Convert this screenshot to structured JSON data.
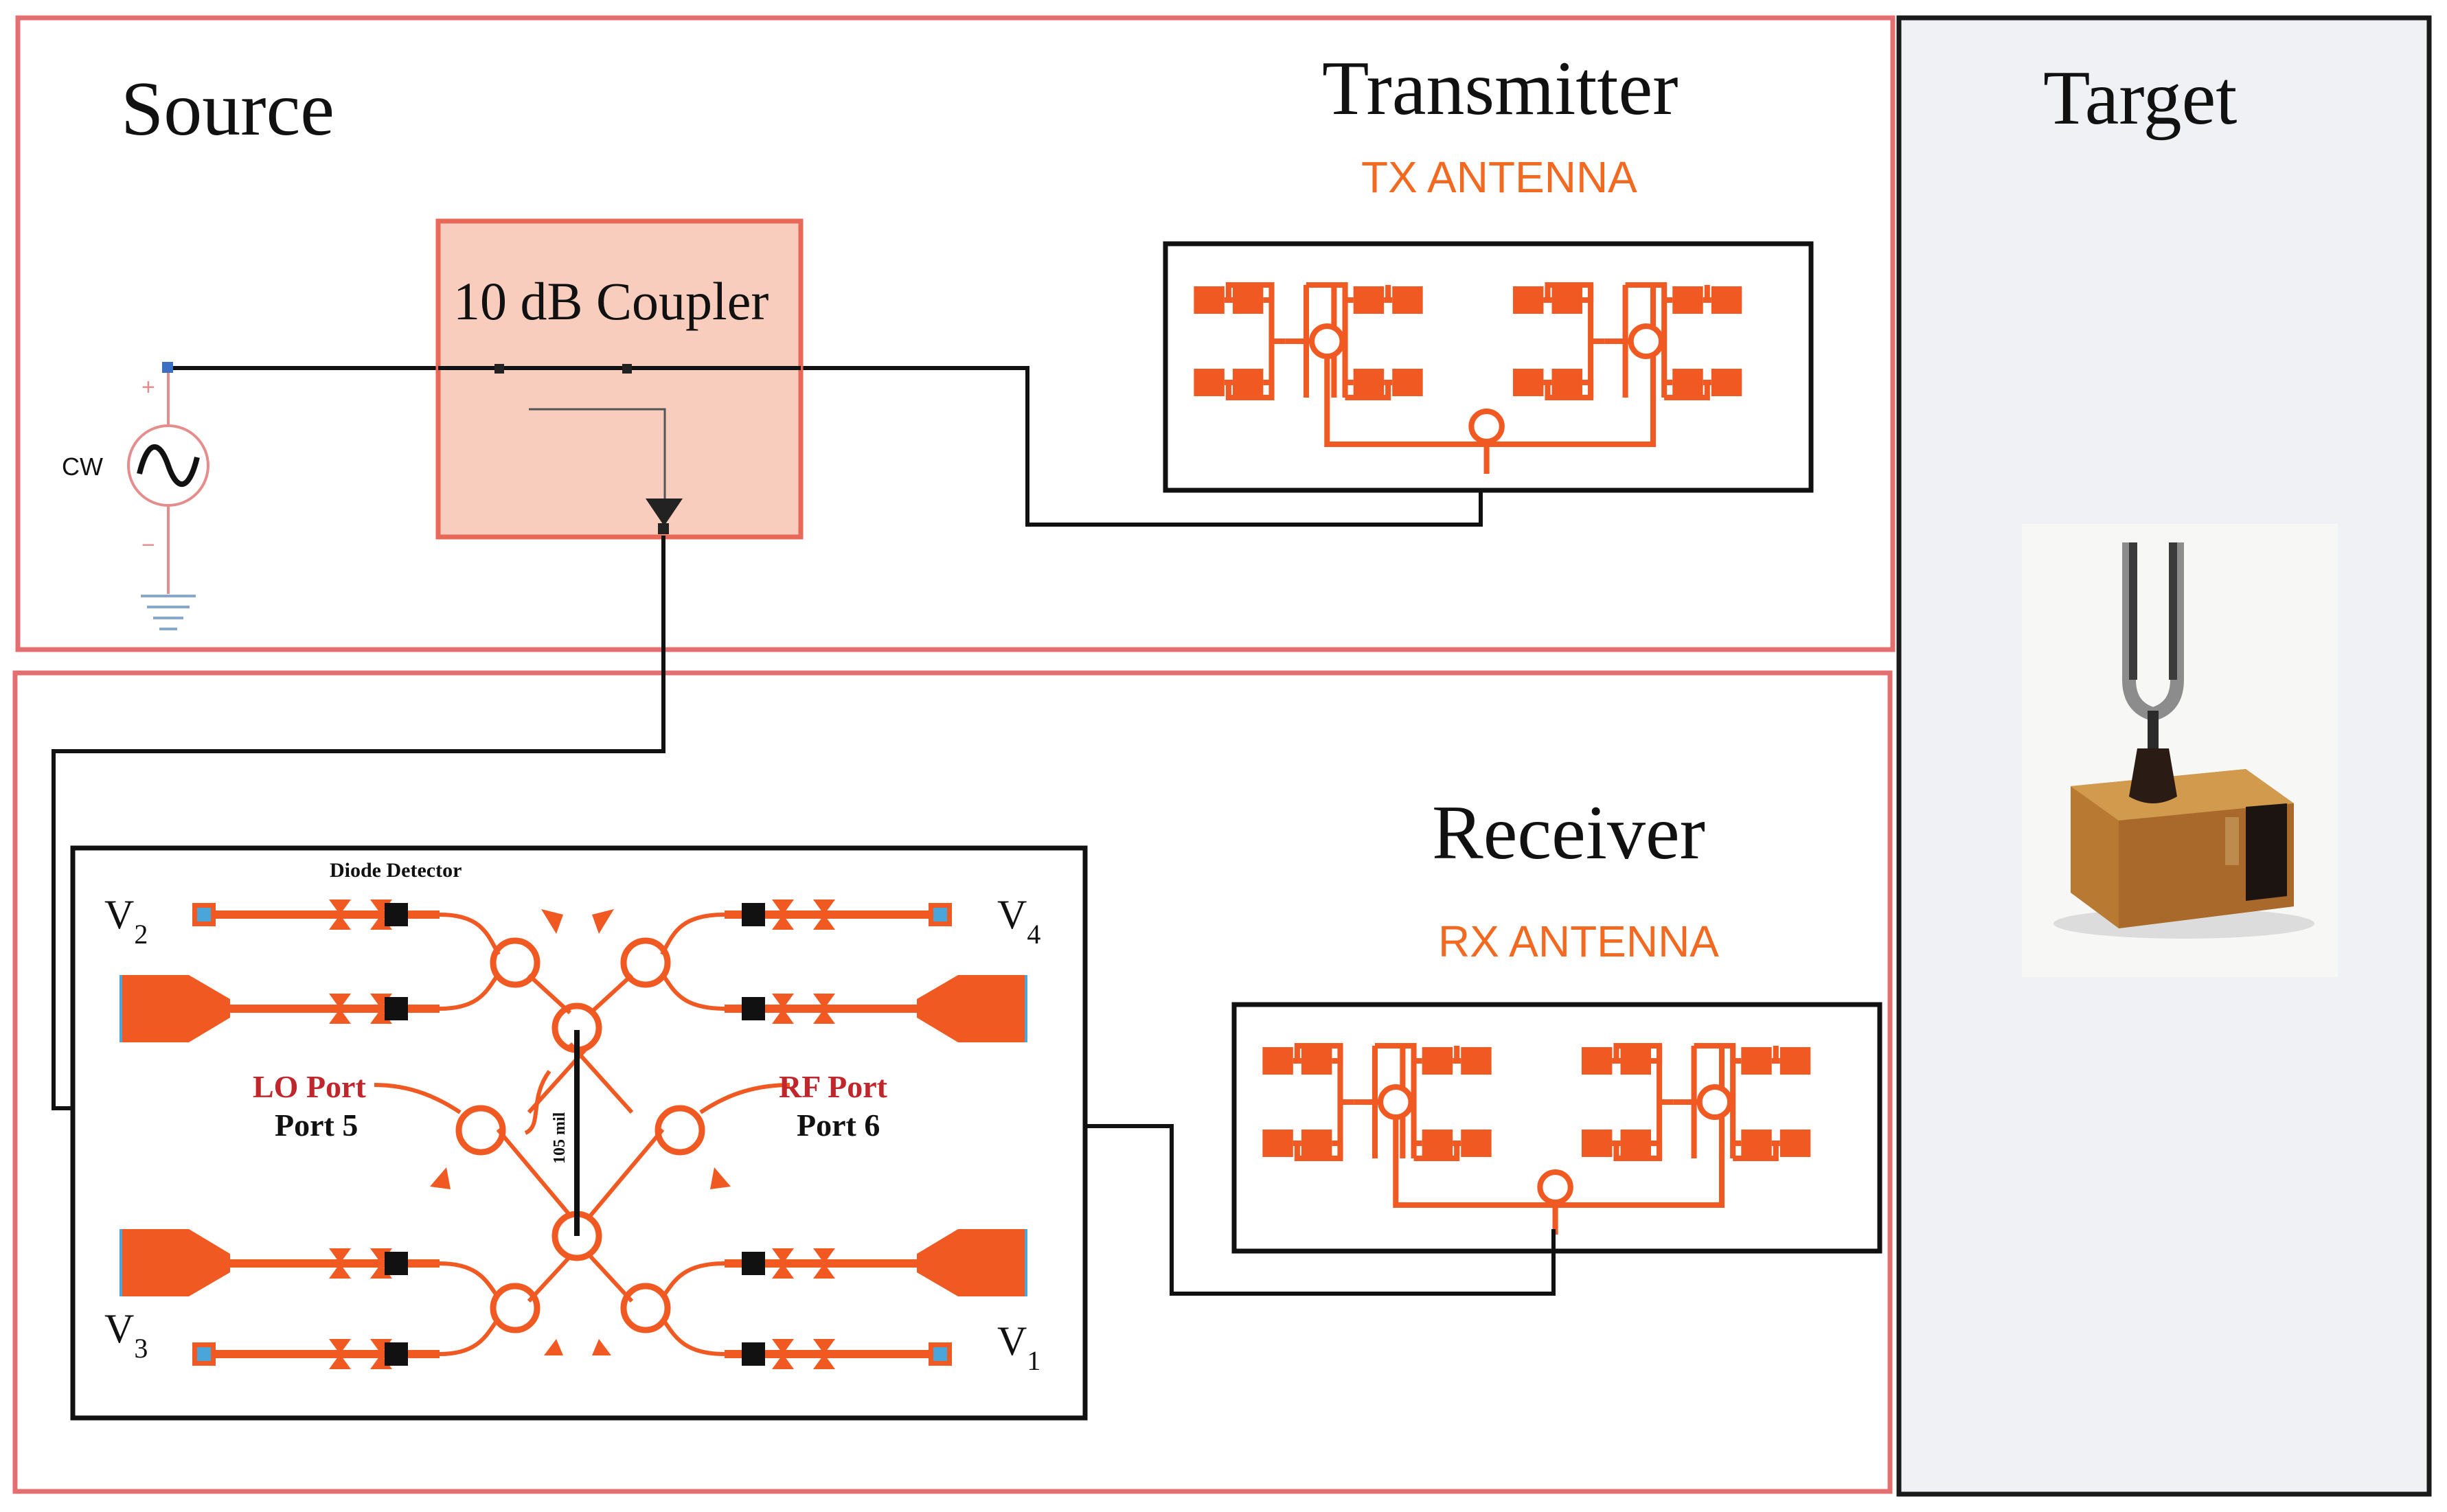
{
  "labels": {
    "source": "Source",
    "transmitter": "Transmitter",
    "tx_antenna": "TX ANTENNA",
    "target": "Target",
    "coupler": "10 dB Coupler",
    "cw": "CW",
    "plus": "+",
    "minus": "−",
    "receiver": "Receiver",
    "rx_antenna": "RX ANTENNA",
    "diode_detector": "Diode Detector",
    "v2": "V",
    "v2_sub": "2",
    "v4": "V",
    "v4_sub": "4",
    "v3": "V",
    "v3_sub": "3",
    "v1": "V",
    "v1_sub": "1",
    "lo_port": "LO Port",
    "port5": "Port 5",
    "rf_port": "RF Port",
    "port6": "Port 6",
    "length": "105 mil"
  },
  "colors": {
    "section_border": "#e46f70",
    "coupler_fill": "#f8cdbe",
    "coupler_border": "#e8685a",
    "antenna": "#f05a22",
    "label_orange": "#f26a21",
    "port_red": "#c0272d",
    "target_bg": "#f0f1f4",
    "pad_blue": "#4aa5d8"
  },
  "icons": {
    "source_symbol": "sine-source-icon",
    "ground_symbol": "ground-icon",
    "target_photo": "tuning-fork-icon"
  }
}
